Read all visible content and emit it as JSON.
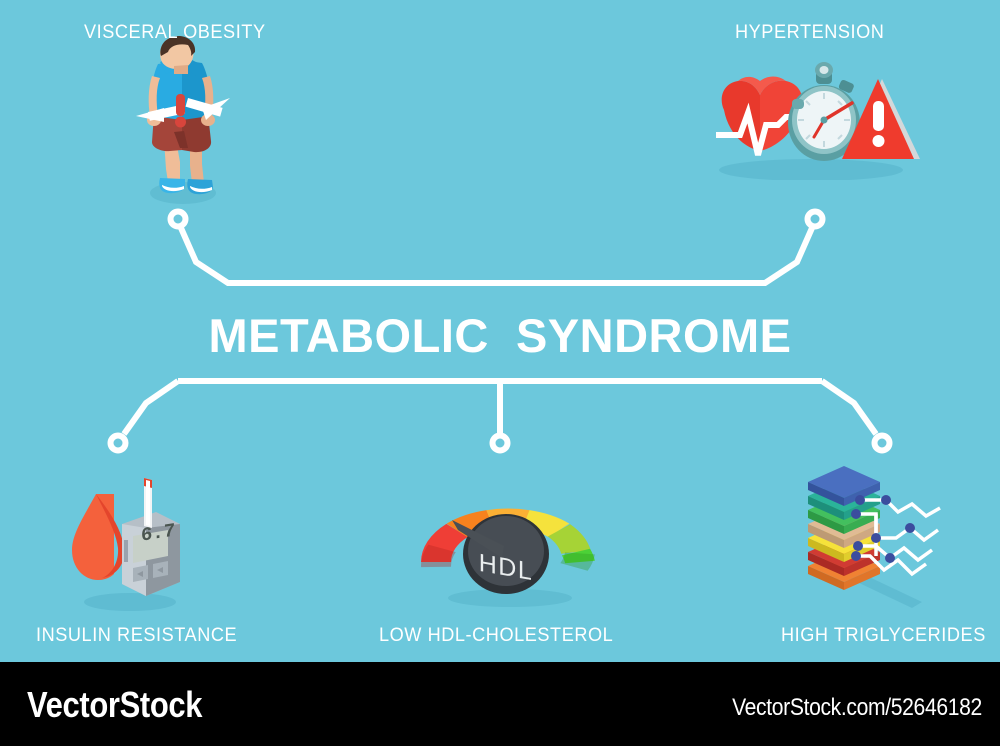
{
  "meta": {
    "background_color": "#6cc8dc",
    "accent_white": "#ffffff",
    "footer_bg": "#000000"
  },
  "title": {
    "text": "METABOLIC  SYNDROME"
  },
  "nodes": [
    {
      "id": "visceral-obesity",
      "label": "VISCERAL OBESITY",
      "position": "top-left",
      "icon": "obese-man-waist-measure-icon"
    },
    {
      "id": "hypertension",
      "label": "HYPERTENSION",
      "position": "top-right",
      "icon": "heart-stopwatch-warning-icon"
    },
    {
      "id": "insulin-resistance",
      "label": "INSULIN RESISTANCE",
      "position": "bottom-left",
      "icon": "blood-drop-glucometer-icon"
    },
    {
      "id": "low-hdl-cholesterol",
      "label": "LOW HDL-CHOLESTEROL",
      "position": "bottom-center",
      "icon": "hdl-gauge-icon"
    },
    {
      "id": "high-triglycerides",
      "label": "HIGH TRIGLYCERIDES",
      "position": "bottom-right",
      "icon": "lipid-stack-molecule-icon"
    }
  ],
  "icons": {
    "glucometer": {
      "reading": "6.7",
      "body_color": "#9aa3ad",
      "screen_color": "#c9d2cd",
      "drop_color": "#f4613c"
    },
    "hdl_gauge": {
      "center_label": "HDL",
      "segment_colors": [
        "#ef3e36",
        "#f7821e",
        "#fbb034",
        "#f5e23c",
        "#a6d336",
        "#4cd137"
      ],
      "hub_color": "#3f444a",
      "needle_direction": "low-left"
    },
    "hypertension": {
      "heart_color": "#ef3b2d",
      "stopwatch_rim_color": "#4d8f93",
      "warning_color": "#ef3b2d",
      "warning_glyph": "!"
    },
    "triglycerides": {
      "stack_colors": [
        "#4a6fc0",
        "#2bb39a",
        "#43c05e",
        "#e0bb94",
        "#f6e23a",
        "#d13b33",
        "#f08233"
      ],
      "molecule_dot_color": "#3b4d9e"
    },
    "obesity": {
      "shirt_color": "#29abe2",
      "shorts_color": "#a4453a",
      "skin_color": "#f2c3a0",
      "hair_color": "#4a3326",
      "shoe_color": "#39b5e8",
      "tape_color": "#ffffff",
      "exclamation_color": "#d8453c"
    }
  },
  "footer": {
    "logo": "VectorStock",
    "url": "VectorStock.com/52646182"
  }
}
